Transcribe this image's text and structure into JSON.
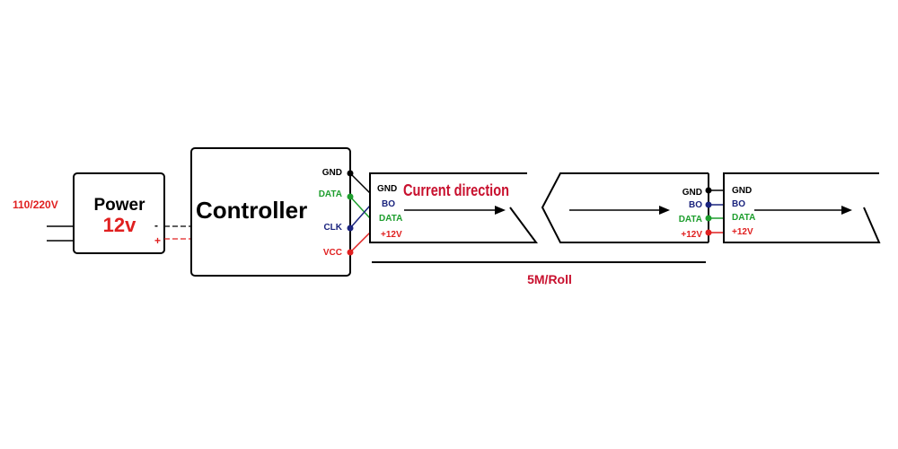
{
  "input_voltage": "110/220V",
  "power_supply": {
    "title": "Power",
    "voltage": "12v",
    "minus": "-",
    "plus": "+"
  },
  "controller": {
    "title": "Controller",
    "pins": {
      "gnd": "GND",
      "data": "DATA",
      "clk": "CLK",
      "vcc": "VCC"
    }
  },
  "strip_start": {
    "pins": {
      "gnd": "GND",
      "bo": "BO",
      "data": "DATA",
      "v12": "+12V"
    },
    "direction_label": "Current direction"
  },
  "strip_end_in": {
    "pins": {
      "gnd": "GND",
      "bo": "BO",
      "data": "DATA",
      "v12": "+12V"
    }
  },
  "strip_next": {
    "pins": {
      "gnd": "GND",
      "bo": "BO",
      "data": "DATA",
      "v12": "+12V"
    }
  },
  "roll_length": "5M/Roll",
  "colors": {
    "red": "#e02020",
    "dark_red": "#c8102e",
    "green": "#1e9e2e",
    "blue": "#1a237e",
    "black": "#000000"
  }
}
